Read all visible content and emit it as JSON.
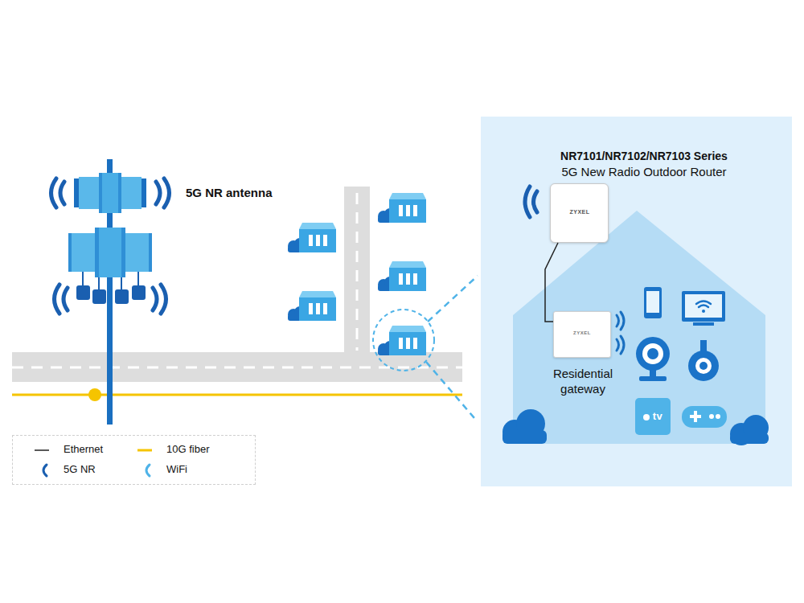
{
  "diagram": {
    "nodes": [
      {
        "text": [
          "5G NR antenna"
        ]
      },
      {
        "text": [
          "NR7101/NR7102/NR7103 Series",
          "5G New Radio Outdoor Router"
        ]
      },
      {
        "text": [
          "Residential gateway"
        ]
      }
    ],
    "edges": [
      {
        "from": 1,
        "to": 2,
        "arrow": "none"
      }
    ],
    "labels": [
      "ZYXEL",
      "ZYXEL",
      "tv"
    ],
    "legend": [
      {
        "text": "Ethernet"
      },
      {
        "text": "10G fiber"
      },
      {
        "text": "5G NR"
      },
      {
        "text": "WiFi"
      }
    ]
  }
}
